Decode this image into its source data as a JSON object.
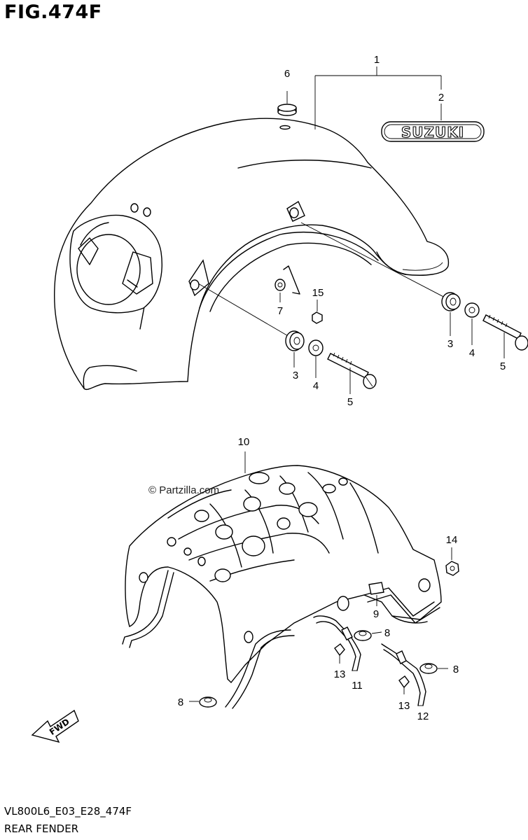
{
  "figure": {
    "title": "FIG.474F",
    "code": "VL800L6_E03_E28_474F",
    "caption": "REAR FENDER",
    "watermark": "© Partzilla.com",
    "emblem_text": "SUZUKI",
    "fwd_label": "FWD"
  },
  "callouts": [
    {
      "id": "c1",
      "label": "1"
    },
    {
      "id": "c2",
      "label": "2"
    },
    {
      "id": "c3a",
      "label": "3"
    },
    {
      "id": "c3b",
      "label": "3"
    },
    {
      "id": "c4a",
      "label": "4"
    },
    {
      "id": "c4b",
      "label": "4"
    },
    {
      "id": "c5a",
      "label": "5"
    },
    {
      "id": "c5b",
      "label": "5"
    },
    {
      "id": "c6",
      "label": "6"
    },
    {
      "id": "c7",
      "label": "7"
    },
    {
      "id": "c8a",
      "label": "8"
    },
    {
      "id": "c8b",
      "label": "8"
    },
    {
      "id": "c8c",
      "label": "8"
    },
    {
      "id": "c9",
      "label": "9"
    },
    {
      "id": "c10",
      "label": "10"
    },
    {
      "id": "c11",
      "label": "11"
    },
    {
      "id": "c12",
      "label": "12"
    },
    {
      "id": "c13a",
      "label": "13"
    },
    {
      "id": "c13b",
      "label": "13"
    },
    {
      "id": "c14",
      "label": "14"
    },
    {
      "id": "c15",
      "label": "15"
    }
  ]
}
